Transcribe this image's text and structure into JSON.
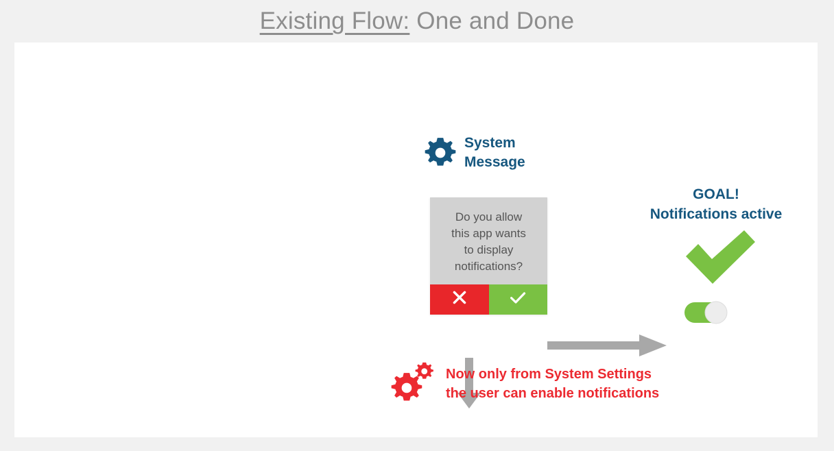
{
  "slide": {
    "title_underlined": "Existing Flow:",
    "title_rest": " One and Done",
    "title_color": "#8d8d8d",
    "background_color": "#f1f1f1",
    "canvas_color": "#ffffff"
  },
  "diagram": {
    "system_message": {
      "label": "System\nMessage",
      "icon": "gear-icon",
      "color": "#16577f"
    },
    "permission_dialog": {
      "text": "Do you allow\nthis app wants\nto display\nnotifications?",
      "text_color": "#555555",
      "background_color": "#d2d2d2",
      "deny_button": {
        "icon": "close-x-icon",
        "color": "#e8262a",
        "label": "X"
      },
      "allow_button": {
        "icon": "checkmark-icon",
        "color": "#7ac143",
        "label": "✓"
      }
    },
    "goal": {
      "label": "GOAL!\nNotifications active",
      "color": "#16577f",
      "checkmark_icon": "checkmark-icon",
      "checkmark_color": "#7ac143",
      "toggle": {
        "icon": "toggle-on-icon",
        "state": "on",
        "track_color": "#7ac143",
        "knob_color": "#ededed"
      }
    },
    "settings_note": {
      "label": "Now only from System Settings\nthe user can enable notifications",
      "color": "#ec2a31",
      "icon": "gears-icon"
    },
    "arrows": {
      "allow_to_goal": {
        "icon": "arrow-right-icon",
        "color": "#a8a8a8",
        "direction": "right"
      },
      "deny_to_note": {
        "icon": "arrow-down-icon",
        "color": "#a8a8a8",
        "direction": "down"
      }
    }
  }
}
